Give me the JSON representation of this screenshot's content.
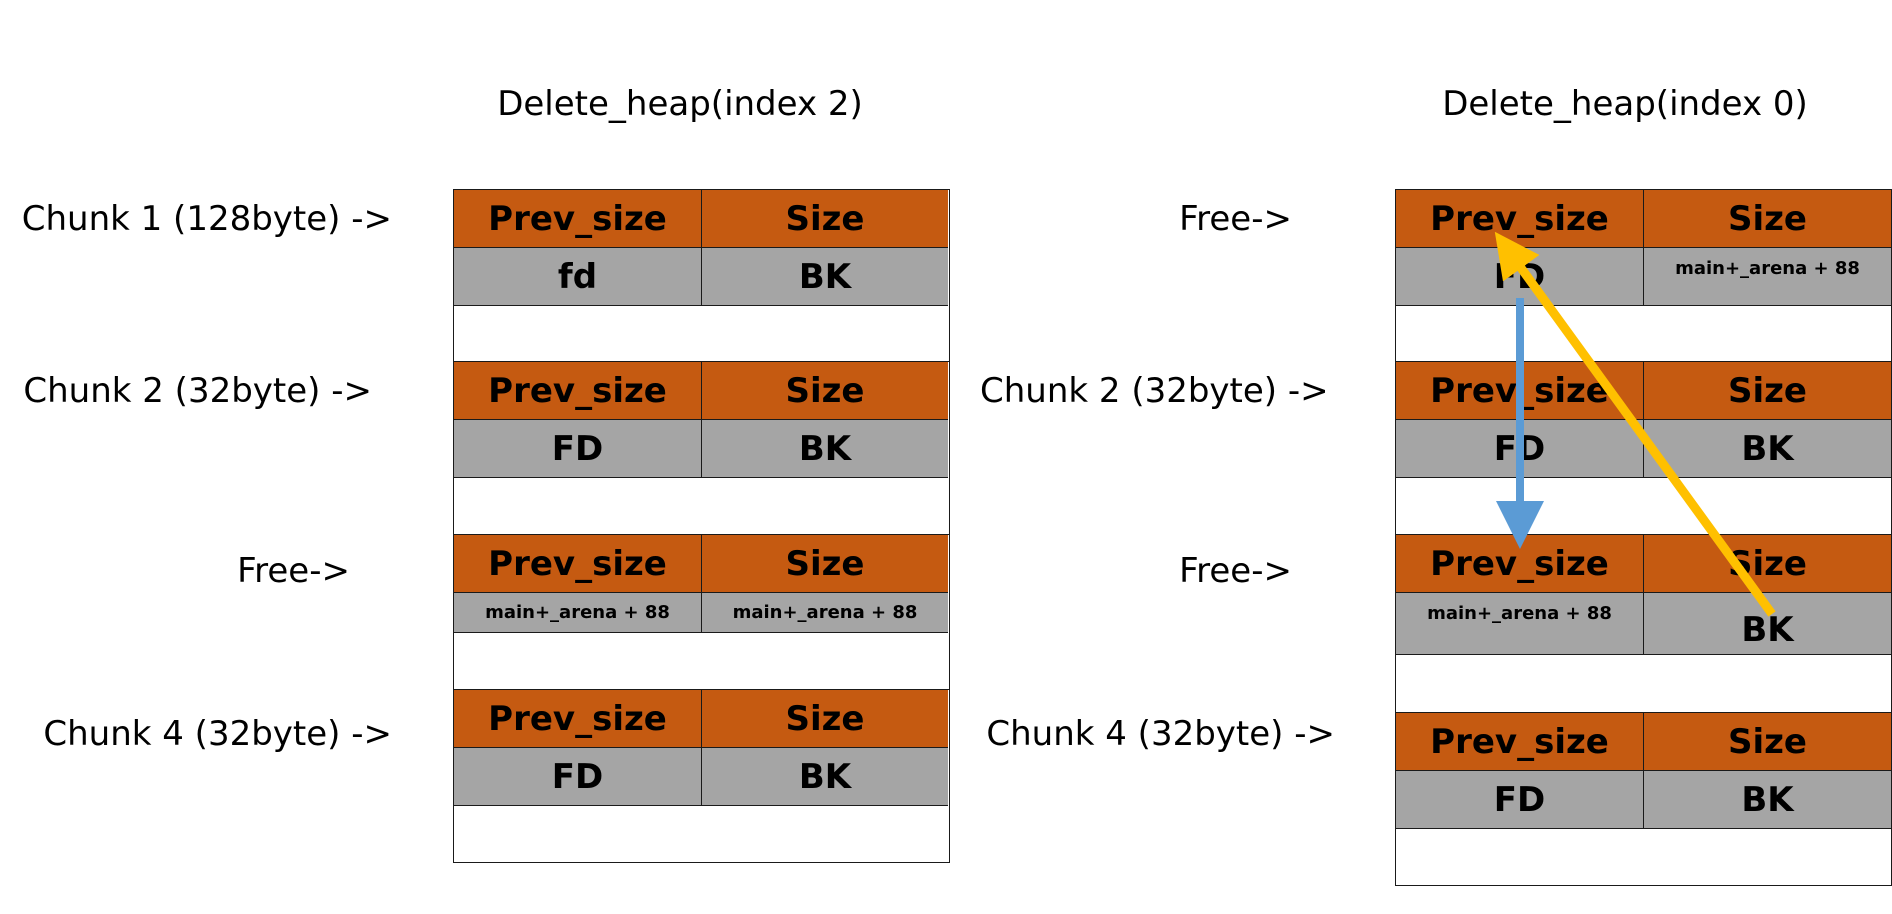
{
  "left": {
    "title": "Delete_heap(index 2)",
    "chunks": [
      {
        "label": "Chunk 1 (128byte) ->",
        "h1": "Prev_size",
        "h2": "Size",
        "d1": "fd",
        "d2": "BK"
      },
      {
        "label": "Chunk 2 (32byte) ->",
        "h1": "Prev_size",
        "h2": "Size",
        "d1": "FD",
        "d2": "BK"
      },
      {
        "label": "Free->",
        "h1": "Prev_size",
        "h2": "Size",
        "d1": "main+_arena + 88",
        "d2": "main+_arena + 88"
      },
      {
        "label": "Chunk 4 (32byte) ->",
        "h1": "Prev_size",
        "h2": "Size",
        "d1": "FD",
        "d2": "BK"
      }
    ]
  },
  "right": {
    "title": "Delete_heap(index 0)",
    "chunks": [
      {
        "label": "Free->",
        "h1": "Prev_size",
        "h2": "Size",
        "d1": "FD",
        "d2": "main+_arena + 88"
      },
      {
        "label": "Chunk 2 (32byte) ->",
        "h1": "Prev_size",
        "h2": "Size",
        "d1": "FD",
        "d2": "BK"
      },
      {
        "label": "Free->",
        "h1": "Prev_size",
        "h2": "Size",
        "d1": "main+_arena + 88",
        "d2": "BK"
      },
      {
        "label": "Chunk 4 (32byte) ->",
        "h1": "Prev_size",
        "h2": "Size",
        "d1": "FD",
        "d2": "BK"
      }
    ]
  },
  "colors": {
    "header": "#c55a11",
    "data": "#a5a5a5",
    "arrow_blue": "#5b9bd5",
    "arrow_yellow": "#ffc000"
  }
}
